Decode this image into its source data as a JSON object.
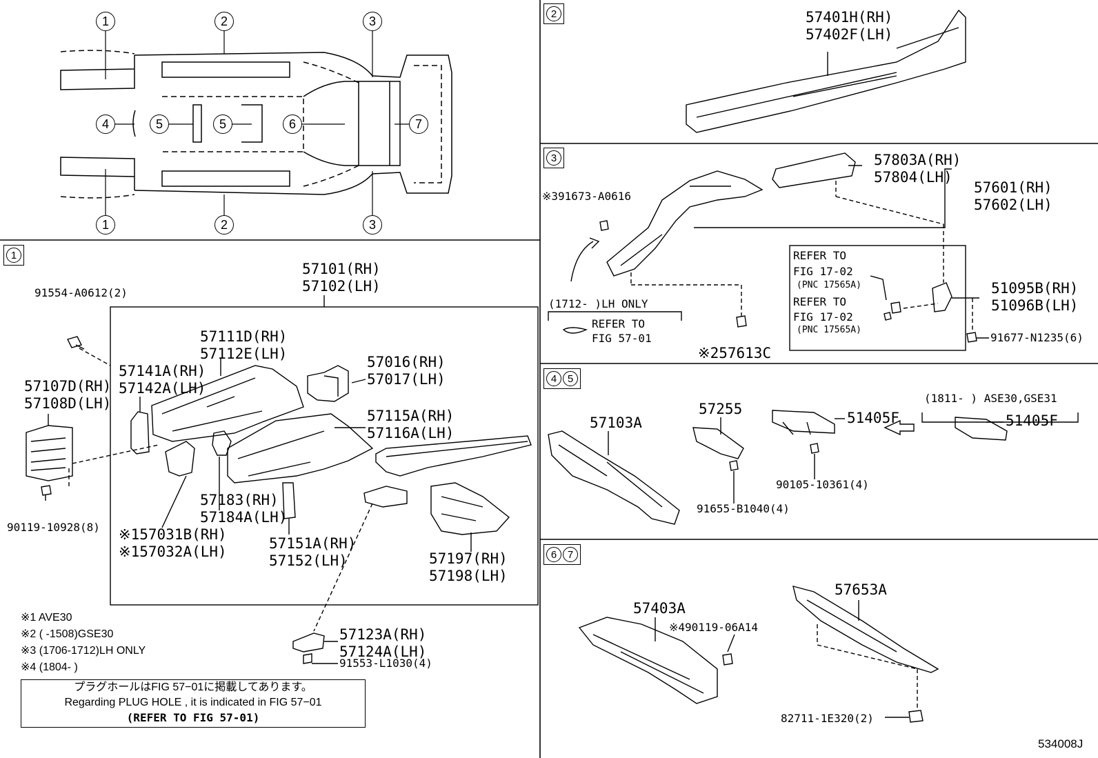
{
  "overview": {
    "callouts_top": [
      "1",
      "2",
      "3"
    ],
    "callouts_bottom": [
      "1",
      "2",
      "3"
    ],
    "callouts_mid": [
      "4",
      "5",
      "5",
      "6",
      "7"
    ]
  },
  "section1": {
    "label": "1",
    "parts": {
      "p57101": "57101(RH)",
      "p57102": "57102(LH)",
      "p91554": "91554-A0612(2)",
      "p57107": "57107D(RH)",
      "p57108": "57108D(LH)",
      "p57141": "57141A(RH)",
      "p57142": "57142A(LH)",
      "p57111": "57111D(RH)",
      "p57112": "57112E(LH)",
      "p57016": "57016(RH)",
      "p57017": "57017(LH)",
      "p57115": "57115A(RH)",
      "p57116": "57116A(LH)",
      "p90119": "90119-10928(8)",
      "p57183": "57183(RH)",
      "p57184": "57184A(LH)",
      "p57031": "※157031B(RH)",
      "p57032": "※157032A(LH)",
      "p57151": "57151A(RH)",
      "p57152": "57152(LH)",
      "p57197": "57197(RH)",
      "p57198": "57198(LH)",
      "p57123": "57123A(RH)",
      "p57124": "57124A(LH)",
      "p91553": "91553-L1030(4)"
    },
    "notes": [
      "※1 AVE30",
      "※2 (      -1508)GSE30",
      "※3 (1706-1712)LH ONLY",
      "※4 (1804-      )"
    ],
    "plug_note": {
      "jp": "プラグホールはFIG 57−01に掲載してあります。",
      "en": "Regarding  PLUG  HOLE , it is indicated in FIG  57−01",
      "ref": "(REFER TO FIG 57-01)"
    }
  },
  "section2": {
    "label": "2",
    "parts": {
      "p57401": "57401H(RH)",
      "p57402": "57402F(LH)"
    }
  },
  "section3": {
    "label": "3",
    "parts": {
      "p391673": "※391673-A0616",
      "p57803": "57803A(RH)",
      "p57804": "57804(LH)",
      "p57601": "57601(RH)",
      "p57602": "57602(LH)",
      "p51095": "51095B(RH)",
      "p51096": "51096B(LH)",
      "p91677": "91677-N1235(6)",
      "p57613": "※257613C",
      "lh_only": "(1712-      )LH ONLY",
      "refer1a": "REFER TO",
      "refer1b": "FIG 57-01"
    },
    "refer_box": {
      "l1": "REFER TO",
      "l2": "FIG 17-02",
      "l3": "(PNC 17565A)",
      "l4": "REFER TO",
      "l5": "FIG 17-02",
      "l6": "(PNC 17565A)"
    }
  },
  "section45": {
    "labels": [
      "4",
      "5"
    ],
    "parts": {
      "p57103": "57103A",
      "p57255": "57255",
      "p51405a": "51405F",
      "p51405b": "51405F",
      "p90105": "90105-10361(4)",
      "p91655": "91655-B1040(4)",
      "variant": "(1811-      ) ASE30,GSE31"
    }
  },
  "section67": {
    "labels": [
      "6",
      "7"
    ],
    "parts": {
      "p57403": "57403A",
      "p90119b": "※490119-06A14",
      "p57653": "57653A",
      "p82711": "82711-1E320(2)"
    }
  },
  "figure_code": "534008J"
}
